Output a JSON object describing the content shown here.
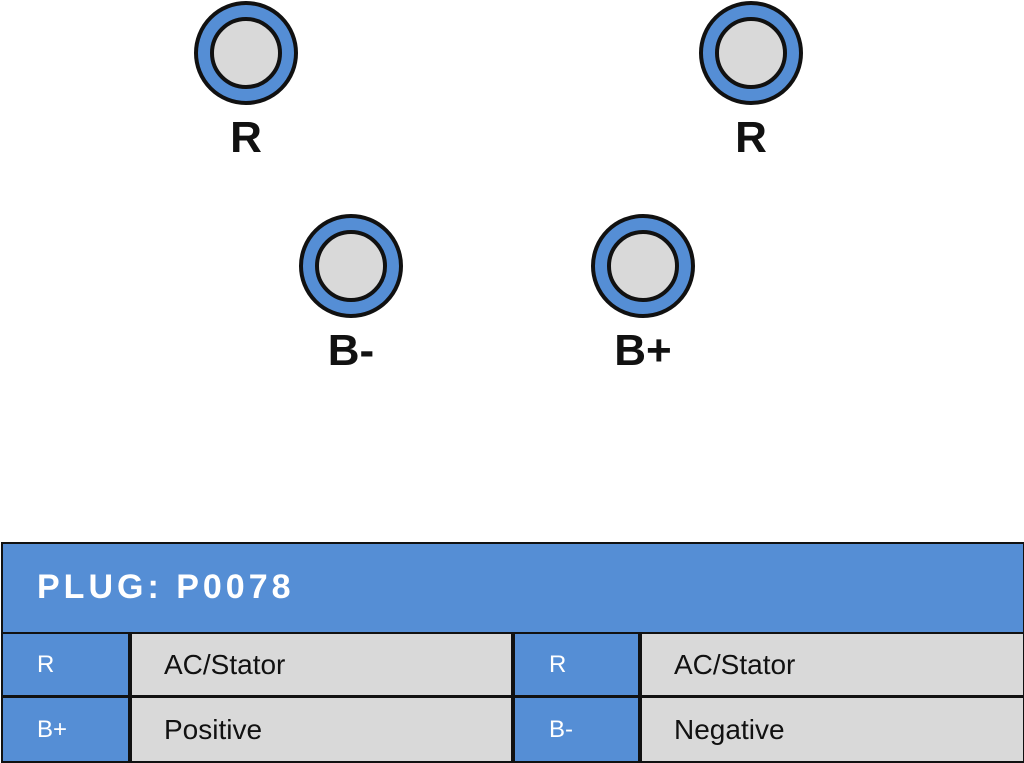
{
  "colors": {
    "accent": "#558ed5",
    "pin_fill": "#d9d9d9",
    "outline": "#111111",
    "cell_bg": "#d9d9d9"
  },
  "pins": [
    {
      "label": "R"
    },
    {
      "label": "R"
    },
    {
      "label": "B-"
    },
    {
      "label": "B+"
    }
  ],
  "legend": {
    "title": "PLUG: P0078",
    "rows": [
      {
        "left_code": "R",
        "left_desc": "AC/Stator",
        "right_code": "R",
        "right_desc": "AC/Stator"
      },
      {
        "left_code": "B+",
        "left_desc": "Positive",
        "right_code": "B-",
        "right_desc": "Negative"
      }
    ]
  }
}
